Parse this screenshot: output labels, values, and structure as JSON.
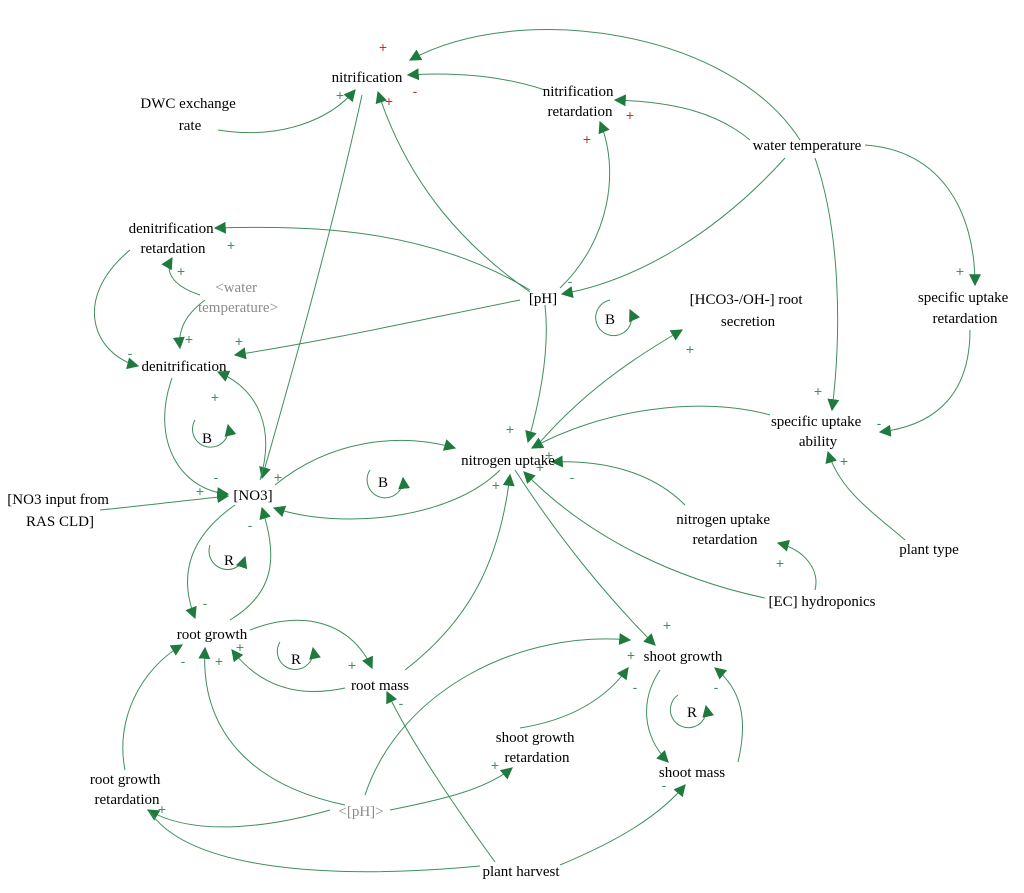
{
  "colors": {
    "arrow": "#3f8f5c",
    "arrowhead": "#1f7a3e",
    "positive_red": "#cc2a2a",
    "ghost_text": "#8c8c8c",
    "text": "#000000"
  },
  "nodes": {
    "nitrification": [
      "nitrification"
    ],
    "dwc_exchange_rate": [
      "DWC exchange",
      "rate"
    ],
    "nitrification_retardation": [
      "nitrification",
      "retardation"
    ],
    "water_temperature": [
      "water temperature"
    ],
    "denitrification_retardation": [
      "denitrification",
      "retardation"
    ],
    "water_temperature_shadow": [
      "<water",
      "temperature>"
    ],
    "ph": [
      "[pH]"
    ],
    "hco3_secretion": [
      "[HCO3-/OH-] root",
      "secretion"
    ],
    "specific_uptake_retardation": [
      "specific uptake",
      "retardation"
    ],
    "denitrification": [
      "denitrification"
    ],
    "specific_uptake_ability": [
      "specific uptake",
      "ability"
    ],
    "nitrogen_uptake": [
      "nitrogen uptake"
    ],
    "no3": [
      "[NO3]"
    ],
    "no3_input": [
      "[NO3 input from",
      "RAS CLD]"
    ],
    "nitrogen_uptake_retardation": [
      "nitrogen uptake",
      "retardation"
    ],
    "plant_type": [
      "plant type"
    ],
    "ec_hydroponics": [
      "[EC] hydroponics"
    ],
    "root_growth": [
      "root growth"
    ],
    "root_mass": [
      "root mass"
    ],
    "shoot_growth": [
      "shoot growth"
    ],
    "shoot_growth_retardation": [
      "shoot growth",
      "retardation"
    ],
    "shoot_mass": [
      "shoot mass"
    ],
    "root_growth_retardation": [
      "root growth",
      "retardation"
    ],
    "ph_shadow": [
      "<[pH]>"
    ],
    "plant_harvest": [
      "plant harvest"
    ]
  },
  "loops": [
    "B",
    "B",
    "B",
    "R",
    "R",
    "R"
  ],
  "polarity": {
    "plus": "+",
    "minus": "-"
  }
}
